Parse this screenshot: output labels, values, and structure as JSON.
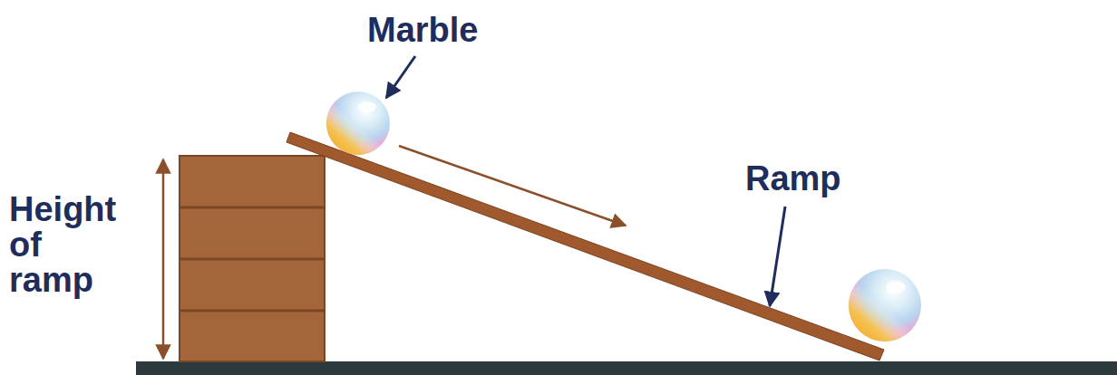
{
  "diagram": {
    "labels": [
      "Marble",
      "Ramp",
      "Height of ramp"
    ]
  }
}
